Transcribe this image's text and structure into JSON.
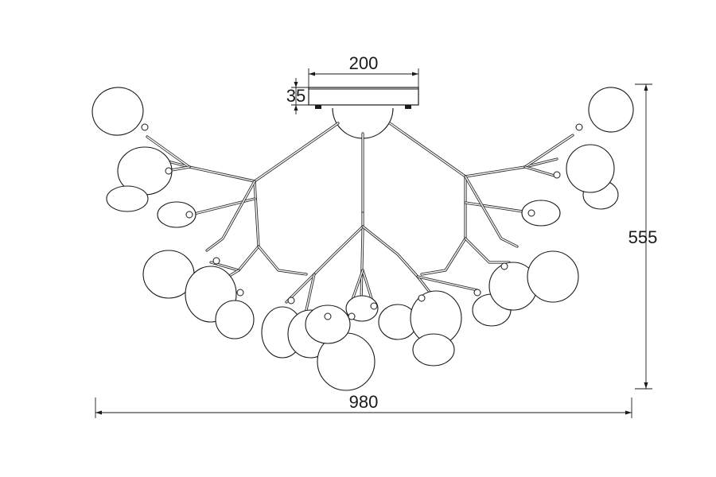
{
  "dimensions": {
    "canopy_width": "200",
    "canopy_height": "35",
    "total_height": "555",
    "total_width": "980"
  }
}
